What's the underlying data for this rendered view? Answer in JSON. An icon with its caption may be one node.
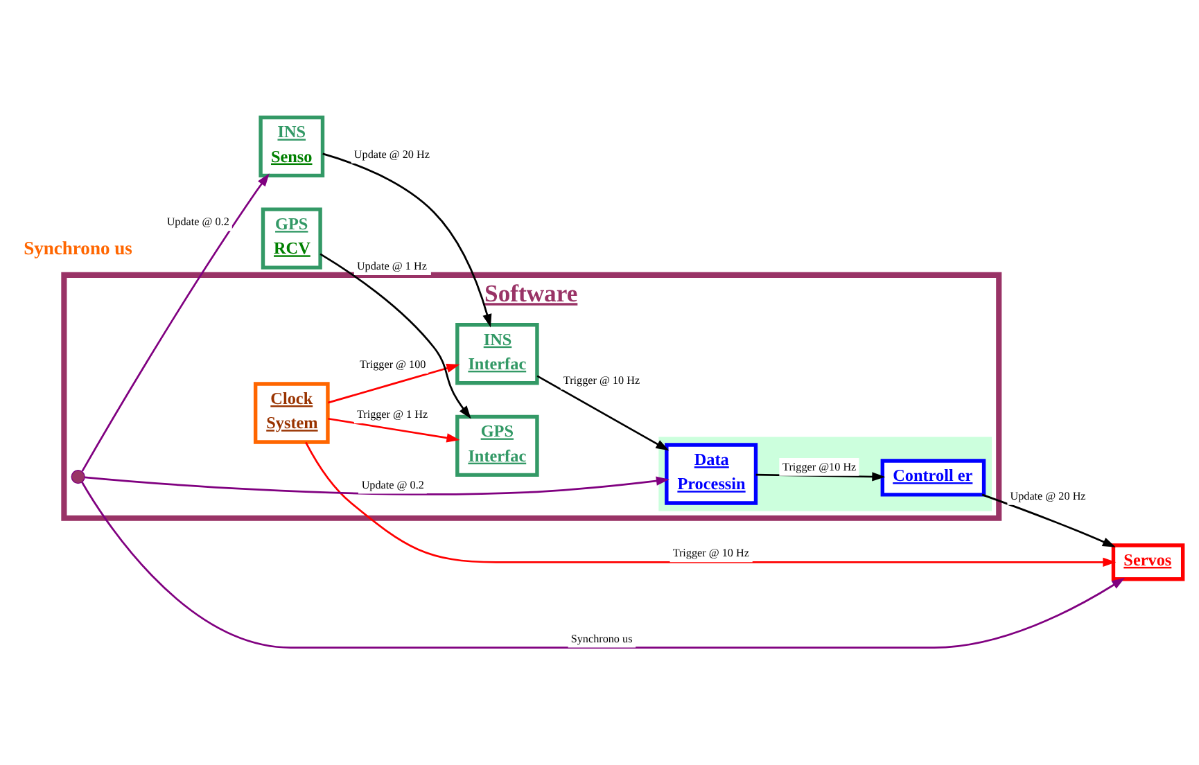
{
  "diagram": {
    "nodes": [
      {
        "text": [
          "Software"
        ]
      },
      {
        "text": [
          "INS",
          "Senso"
        ]
      },
      {
        "text": [
          "INS",
          "Interfac"
        ],
        "in": 0
      },
      {
        "text": [],
        "shape": "box",
        "in": 0
      },
      {
        "text": [
          "Data",
          "Processin"
        ],
        "in": 3
      },
      {
        "text": [
          "Controll er"
        ],
        "in": 3
      },
      {
        "text": [
          "Servos"
        ]
      },
      {
        "text": [
          "GPS",
          "RCV"
        ]
      },
      {
        "text": [
          "GPS",
          "Interfac"
        ],
        "in": 0
      },
      {
        "text": [
          "Clock",
          "System"
        ],
        "in": 0
      },
      {
        "text": [],
        "shape": "circle",
        "in": 0
      }
    ],
    "edges": [
      {
        "from": 1,
        "to": 2,
        "arrow": "to",
        "label": "Update @ 20 Hz"
      },
      {
        "from": 2,
        "to": 4,
        "arrow": "to",
        "label": "Trigger @ 10 Hz"
      },
      {
        "from": 4,
        "to": 5,
        "arrow": "to",
        "label": "Trigger @10 Hz"
      },
      {
        "from": 5,
        "to": 6,
        "arrow": "to",
        "label": "Update @ 20 Hz"
      },
      {
        "from": 7,
        "to": 8,
        "arrow": "to",
        "label": "Update @ 1 Hz"
      },
      {
        "from": 10,
        "to": 1,
        "arrow": "to",
        "label": "Update @ 0.2",
        "color": "#800080"
      },
      {
        "from": 10,
        "to": 4,
        "arrow": "to",
        "label": "Update @ 0.2",
        "color": "#800080"
      },
      {
        "from": 10,
        "to": 6,
        "arrow": "to",
        "label": "Synchrono us",
        "color": "#800080"
      },
      {
        "from": 9,
        "to": 8,
        "arrow": "to",
        "label": "Trigger @ 1 Hz",
        "color": "#ff0000"
      },
      {
        "from": 9,
        "to": 2,
        "arrow": "to",
        "label": "Trigger @ 100",
        "color": "#ff0000"
      },
      {
        "from": 9,
        "to": 6,
        "arrow": "to",
        "label": "Trigger @ 10 Hz",
        "color": "#ff0000"
      }
    ],
    "labels": [
      "Synchrono us"
    ]
  }
}
